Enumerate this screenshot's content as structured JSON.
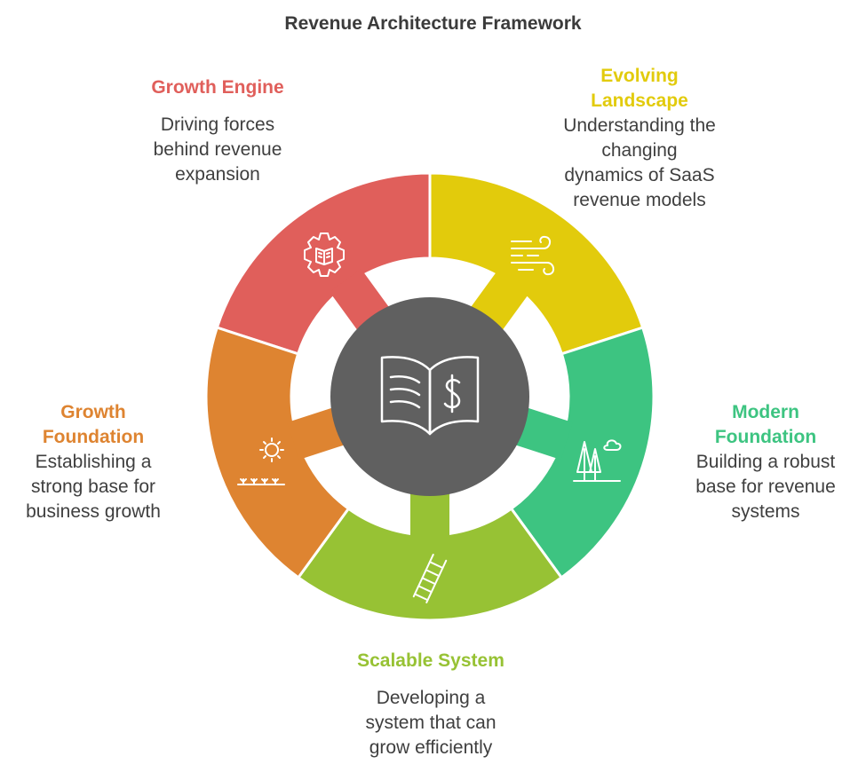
{
  "title": "Revenue Architecture Framework",
  "colors": {
    "growth_engine": "#e05f5b",
    "evolving_landscape": "#e2cb0c",
    "modern_foundation": "#3dc481",
    "scalable_system": "#97c234",
    "growth_foundation": "#de8431",
    "hub": "#606060",
    "title": "#3b3b3b"
  },
  "segments": {
    "growth_engine": {
      "heading": "Growth Engine",
      "description_lines": [
        "Driving forces",
        "behind revenue",
        "expansion"
      ],
      "icon": "gear-book-icon"
    },
    "evolving_landscape": {
      "heading_lines": [
        "Evolving",
        "Landscape"
      ],
      "description_lines": [
        "Understanding the",
        "changing",
        "dynamics of SaaS",
        "revenue models"
      ],
      "icon": "wind-icon"
    },
    "modern_foundation": {
      "heading_lines": [
        "Modern",
        "Foundation"
      ],
      "description_lines": [
        "Building a robust",
        "base for revenue",
        "systems"
      ],
      "icon": "trees-icon"
    },
    "scalable_system": {
      "heading": "Scalable System",
      "description_lines": [
        "Developing a",
        "system that can",
        "grow efficiently"
      ],
      "icon": "ladder-icon"
    },
    "growth_foundation": {
      "heading_lines": [
        "Growth",
        "Foundation"
      ],
      "description_lines": [
        "Establishing a",
        "strong base for",
        "business growth"
      ],
      "icon": "sun-sprout-icon"
    }
  },
  "hub": {
    "icon": "book-dollar-icon"
  }
}
